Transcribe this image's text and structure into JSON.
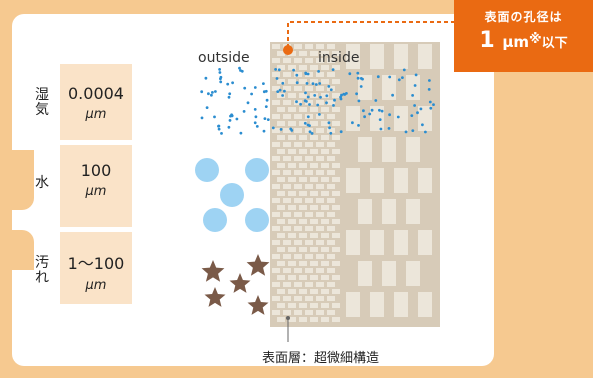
{
  "badge": {
    "line1": "表面の孔径は",
    "number": "1",
    "unit": "μm",
    "mark": "※",
    "suffix": "以下"
  },
  "labels": {
    "outside": "outside",
    "inside": "inside",
    "caption": "表面層：超微細構造"
  },
  "rows": [
    {
      "jp": "湿気",
      "value": "0.0004",
      "unit": "μm"
    },
    {
      "jp": "水",
      "value": "100",
      "unit": "μm"
    },
    {
      "jp": "汚れ",
      "value": "1〜100",
      "unit": "μm"
    }
  ],
  "colors": {
    "orange": "#ea6a12",
    "water": "#9ed3f3",
    "vapor": "#2b8dd0",
    "dirt": "#7a5a48",
    "wall": "#d7cbb8",
    "brick": "#ece6da"
  }
}
